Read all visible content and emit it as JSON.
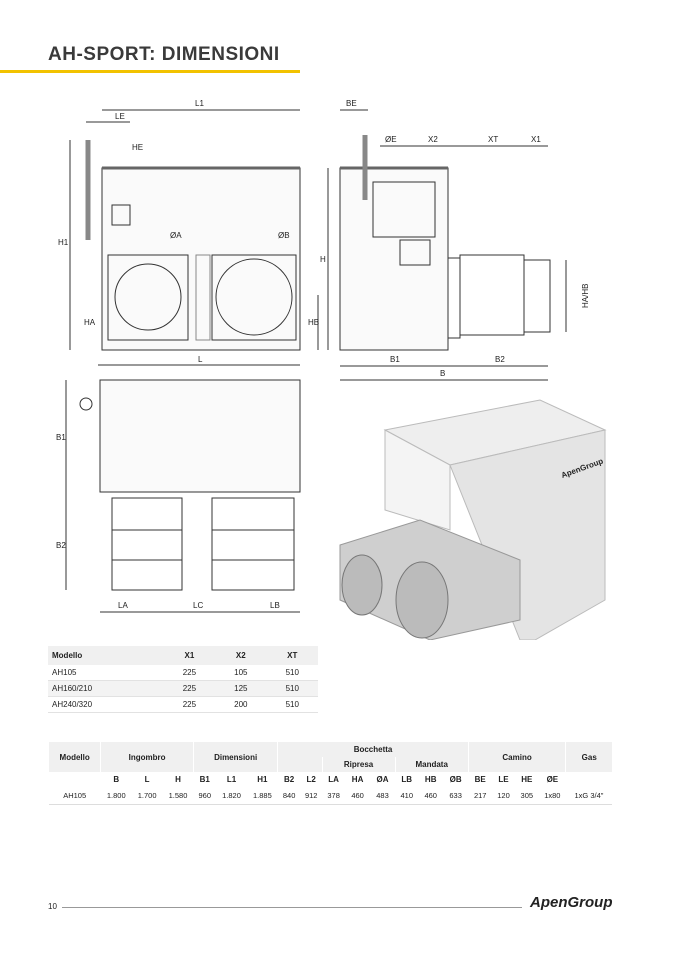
{
  "title": "AH-SPORT: DIMENSIONI",
  "drawing_labels": {
    "front": {
      "L1": "L1",
      "LE": "LE",
      "HE": "HE",
      "H1": "H1",
      "OA": "ØA",
      "OB": "ØB",
      "HA": "HA",
      "HB": "HB",
      "L": "L"
    },
    "side": {
      "BE": "BE",
      "OE": "ØE",
      "X2": "X2",
      "XT": "XT",
      "X1": "X1",
      "H": "H",
      "HAHB": "HA/HB",
      "B1": "B1",
      "B2": "B2",
      "B": "B"
    },
    "top": {
      "B1": "B1",
      "B2": "B2",
      "LA": "LA",
      "LC": "LC",
      "LB": "LB"
    }
  },
  "product_brand": "ApenGroup",
  "table1": {
    "headers": [
      "Modello",
      "X1",
      "X2",
      "XT"
    ],
    "rows": [
      [
        "AH105",
        "225",
        "105",
        "510"
      ],
      [
        "AH160/210",
        "225",
        "125",
        "510"
      ],
      [
        "AH240/320",
        "225",
        "200",
        "510"
      ]
    ]
  },
  "table2": {
    "h_modello": "Modello",
    "h_ingombro": "Ingombro",
    "h_dimensioni": "Dimensioni",
    "h_bocchetta": "Bocchetta",
    "h_ripresa": "Ripresa",
    "h_mandata": "Mandata",
    "h_camino": "Camino",
    "h_gas": "Gas",
    "cols": [
      "B",
      "L",
      "H",
      "B1",
      "L1",
      "H1",
      "B2",
      "L2",
      "LA",
      "HA",
      "ØA",
      "LB",
      "HB",
      "ØB",
      "BE",
      "LE",
      "HE",
      "ØE"
    ],
    "rows": [
      [
        "AH105",
        "1.800",
        "1.700",
        "1.580",
        "960",
        "1.820",
        "1.885",
        "840",
        "912",
        "378",
        "460",
        "483",
        "410",
        "460",
        "633",
        "217",
        "120",
        "305",
        "1x80",
        "1xG 3/4\""
      ]
    ]
  },
  "footer": {
    "page": "10",
    "logo": "ApenGroup"
  }
}
